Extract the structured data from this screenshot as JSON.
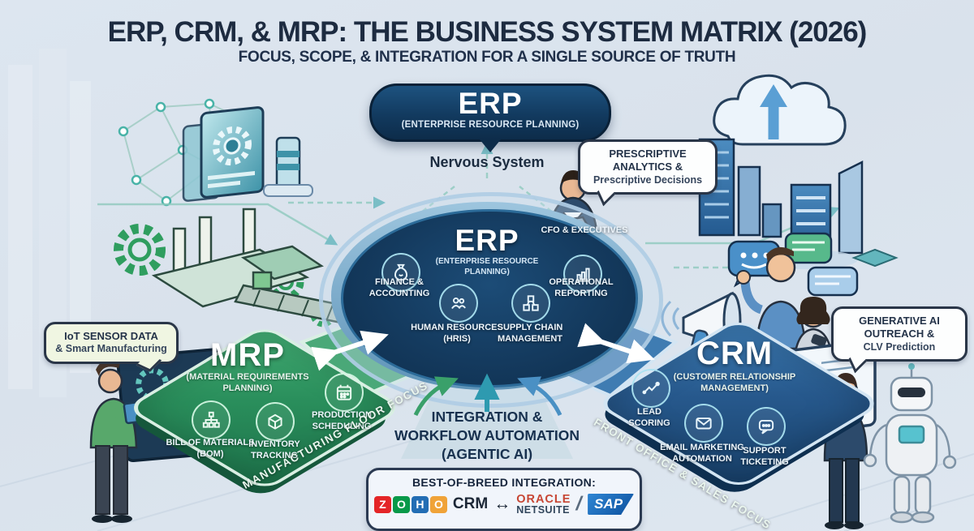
{
  "header": {
    "title": "ERP, CRM, & MRP: THE BUSINESS SYSTEM MATRIX (2026)",
    "subtitle": "FOCUS, SCOPE, & INTEGRATION FOR A SINGLE SOURCE OF TRUTH"
  },
  "erp_banner": {
    "title": "ERP",
    "subtitle": "(ENTERPRISE RESOURCE PLANNING)",
    "tagline": "Nervous System"
  },
  "callout_prescriptive": {
    "bold1": "PRESCRIPTIVE",
    "bold2": "ANALYTICS &",
    "light": "Prescriptive Decisions"
  },
  "callout_iot": {
    "bold": "IoT SENSOR DATA",
    "light": "& Smart Manufacturing"
  },
  "callout_genai": {
    "bold1": "GENERATIVE AI",
    "bold2": "OUTREACH &",
    "light": "CLV Prediction"
  },
  "erp_hub": {
    "title": "ERP",
    "subtitle": "(ENTERPRISE RESOURCE PLANNING)",
    "executives": "CFO & EXECUTIVES",
    "modules": {
      "finance": "FINANCE & ACCOUNTING",
      "hr": "HUMAN RESOURCES (HRIS)",
      "scm": "SUPPLY CHAIN MANAGEMENT",
      "reporting": "OPERATIONAL REPORTING"
    }
  },
  "mrp": {
    "title": "MRP",
    "subtitle": "(MATERIAL REQUIREMENTS PLANNING)",
    "modules": {
      "bom": "BILL OF MATERIALS (BOM)",
      "inventory": "INVENTORY TRACKING",
      "scheduling": "PRODUCTION SCHEDULING"
    },
    "edge_label": "MANUFACTURING FLOOR FOCUS"
  },
  "crm": {
    "title": "CRM",
    "subtitle": "(CUSTOMER RELATIONSHIP MANAGEMENT)",
    "modules": {
      "lead": "LEAD SCORING",
      "email": "EMAIL MARKETING AUTOMATION",
      "support": "SUPPORT TICKETING"
    },
    "edge_label": "FRONT OFFICE & SALES FOCUS"
  },
  "integration": {
    "line1": "INTEGRATION &",
    "line2": "WORKFLOW AUTOMATION",
    "line3": "(AGENTIC AI)"
  },
  "best_of_breed": {
    "title": "BEST-OF-BREED INTEGRATION:",
    "zoho": {
      "letters": [
        "Z",
        "O",
        "H",
        "O"
      ],
      "label": "CRM"
    },
    "arrow": "↔",
    "oracle": "ORACLE",
    "netsuite": "NETSUITE",
    "slash": "/",
    "sap": "SAP"
  },
  "colors": {
    "navy": "#143a5e",
    "green": "#2a8f5c",
    "blue": "#27598d",
    "teal": "#3aa8b8",
    "background": "#dde6f0"
  }
}
